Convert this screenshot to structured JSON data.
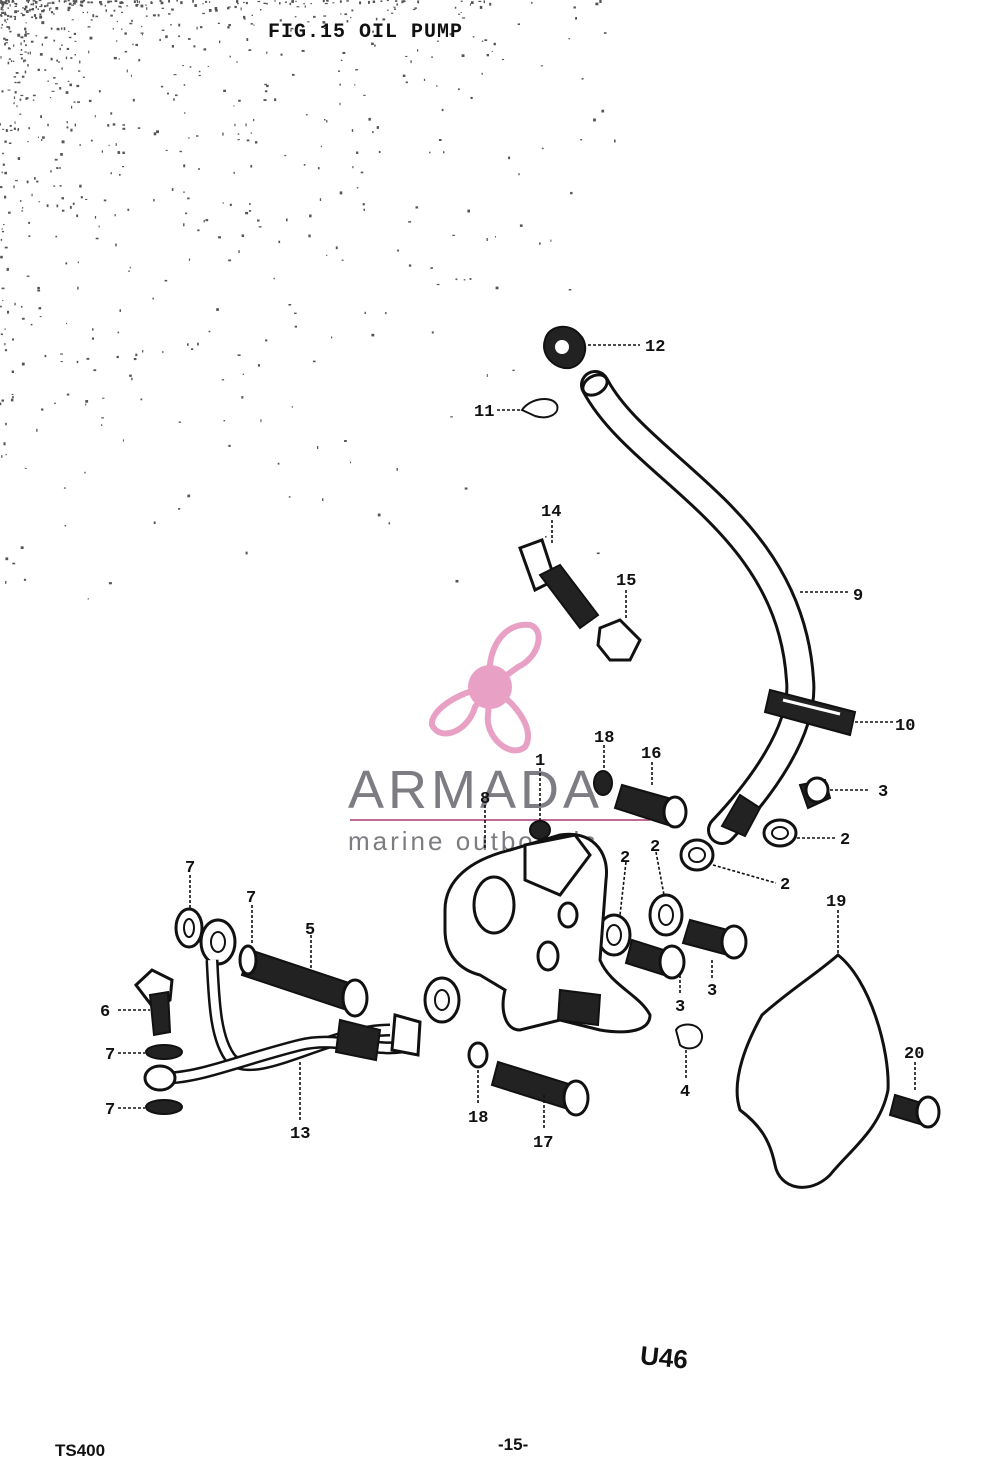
{
  "figure": {
    "title": "FIG.15  OIL PUMP",
    "code": "U46",
    "model": "TS400",
    "page_number": "-15-"
  },
  "watermark": {
    "brand": "ARMADA",
    "tagline": "marine outboards",
    "accent_color": "#e8a0c4",
    "line_color": "#c06a9a",
    "text_color": "#7c7c82",
    "icon": "propeller-icon"
  },
  "callouts": {
    "c1": "1",
    "c2a": "2",
    "c2b": "2",
    "c2c": "2",
    "c2d": "2",
    "c3a": "3",
    "c3b": "3",
    "c3c": "3",
    "c4": "4",
    "c5": "5",
    "c6": "6",
    "c7a": "7",
    "c7b": "7",
    "c7c": "7",
    "c7d": "7",
    "c8": "8",
    "c9": "9",
    "c10": "10",
    "c11": "11",
    "c12": "12",
    "c13": "13",
    "c14": "14",
    "c15": "15",
    "c16": "16",
    "c17": "17",
    "c18a": "18",
    "c18b": "18",
    "c19": "19",
    "c20": "20"
  }
}
